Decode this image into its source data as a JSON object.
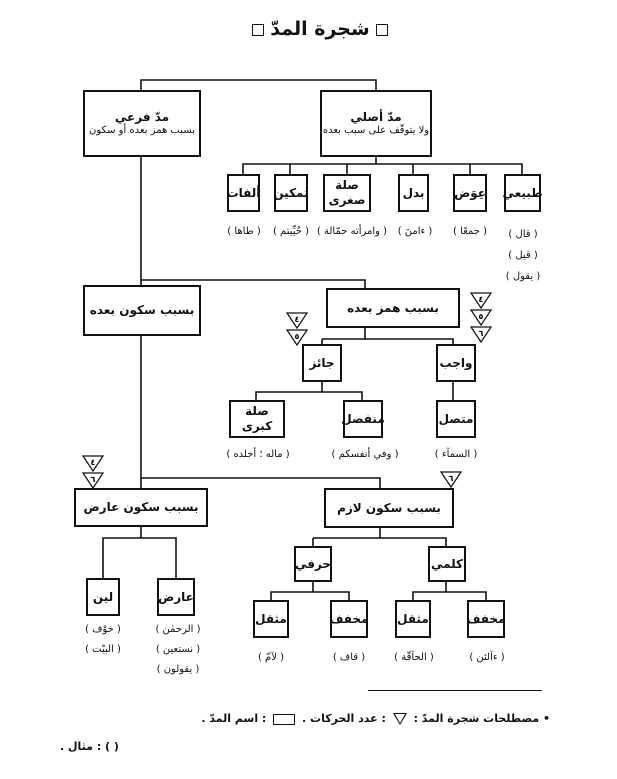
{
  "title": "شجرة المدّ",
  "nodes": {
    "asli": {
      "title": "مدّ أصلي",
      "sub": "ولا يتوقّف على سبب بعده"
    },
    "farai": {
      "title": "مدّ فرعي",
      "sub": "بسبب همز بعده أو سكون"
    },
    "tabii": {
      "title": "طبيعي"
    },
    "iwad": {
      "title": "عِوَض"
    },
    "badal": {
      "title": "بدل"
    },
    "sila_sughra": {
      "title": "صلة صغرى"
    },
    "tamkin": {
      "title": "تمكين"
    },
    "alifat": {
      "title": "ألفات"
    },
    "hamz": {
      "title": "بسبب همز بعده"
    },
    "sukun": {
      "title": "بسبب سكون بعده"
    },
    "wajib": {
      "title": "واجب"
    },
    "jaiz": {
      "title": "جائز"
    },
    "muttasil": {
      "title": "متصل"
    },
    "munfasil": {
      "title": "منفصل"
    },
    "sila_kubra": {
      "title": "صلة كبرى"
    },
    "lazim": {
      "title": "بسبب سكون لازم"
    },
    "arid": {
      "title": "بسبب سكون عارض"
    },
    "kalimi": {
      "title": "كلمي"
    },
    "harfi": {
      "title": "حرفي"
    },
    "kalimi_mukhaffaf": {
      "title": "مخفف"
    },
    "kalimi_muthaqqal": {
      "title": "مثقل"
    },
    "harfi_mukhaffaf": {
      "title": "مخفف"
    },
    "harfi_muthaqqal": {
      "title": "مثقل"
    },
    "arid_arid": {
      "title": "عارض"
    },
    "lin": {
      "title": "لين"
    }
  },
  "examples": {
    "tabii": [
      "( قال )",
      "( قيل )",
      "( يقول )"
    ],
    "iwad": "( جمعًا )",
    "badal": "( ءامنٓ )",
    "sila_sughra": "( وامرأته حمّالة )",
    "tamkin": "( حُيِّيتم )",
    "alifat": "( طاها )",
    "muttasil": "( السمآء )",
    "munfasil": "( وفي أنفسكم )",
    "sila_kubra": "( ماله ؛ أخلده )",
    "kalimi_mukhaffaf": "( ءآلئن )",
    "kalimi_muthaqqal": "( الحآقّة )",
    "harfi_mukhaffaf": "( قاف )",
    "harfi_muthaqqal": "( لآمّ )",
    "arid_arid": [
      "( الرحمٰن )",
      "( نستعين )",
      "( يقولون )"
    ],
    "lin": [
      "( خوْف )",
      "( البيْت )"
    ]
  },
  "triangles": {
    "wajib": [
      "٤",
      "٥",
      "٦"
    ],
    "jaiz": [
      "٤",
      "٥"
    ],
    "arid": [
      "٤",
      "٦"
    ],
    "lazim": [
      "٦"
    ]
  },
  "legend": {
    "prefix": "• مصطلحات شجرة المدّ :",
    "triangle_label": ": عدد الحركات .",
    "box_label": ": اسم المدّ .",
    "example_label": "(      ) : مثال ."
  }
}
